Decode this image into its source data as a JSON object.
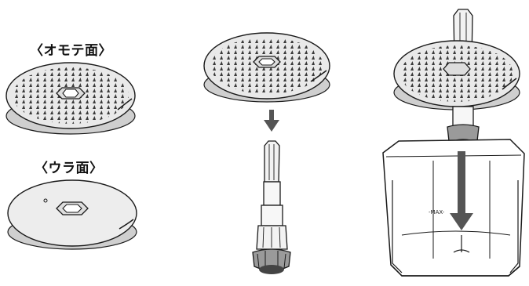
{
  "labels": {
    "front": "〈オモテ面〉",
    "back": "〈ウラ面〉"
  },
  "bowl": {
    "max_mark": "-MAX-"
  },
  "colors": {
    "line": "#1a1a1a",
    "disc_fill": "#e6e6e6",
    "arrow": "#555555",
    "bowl_fill": "#ffffff"
  }
}
